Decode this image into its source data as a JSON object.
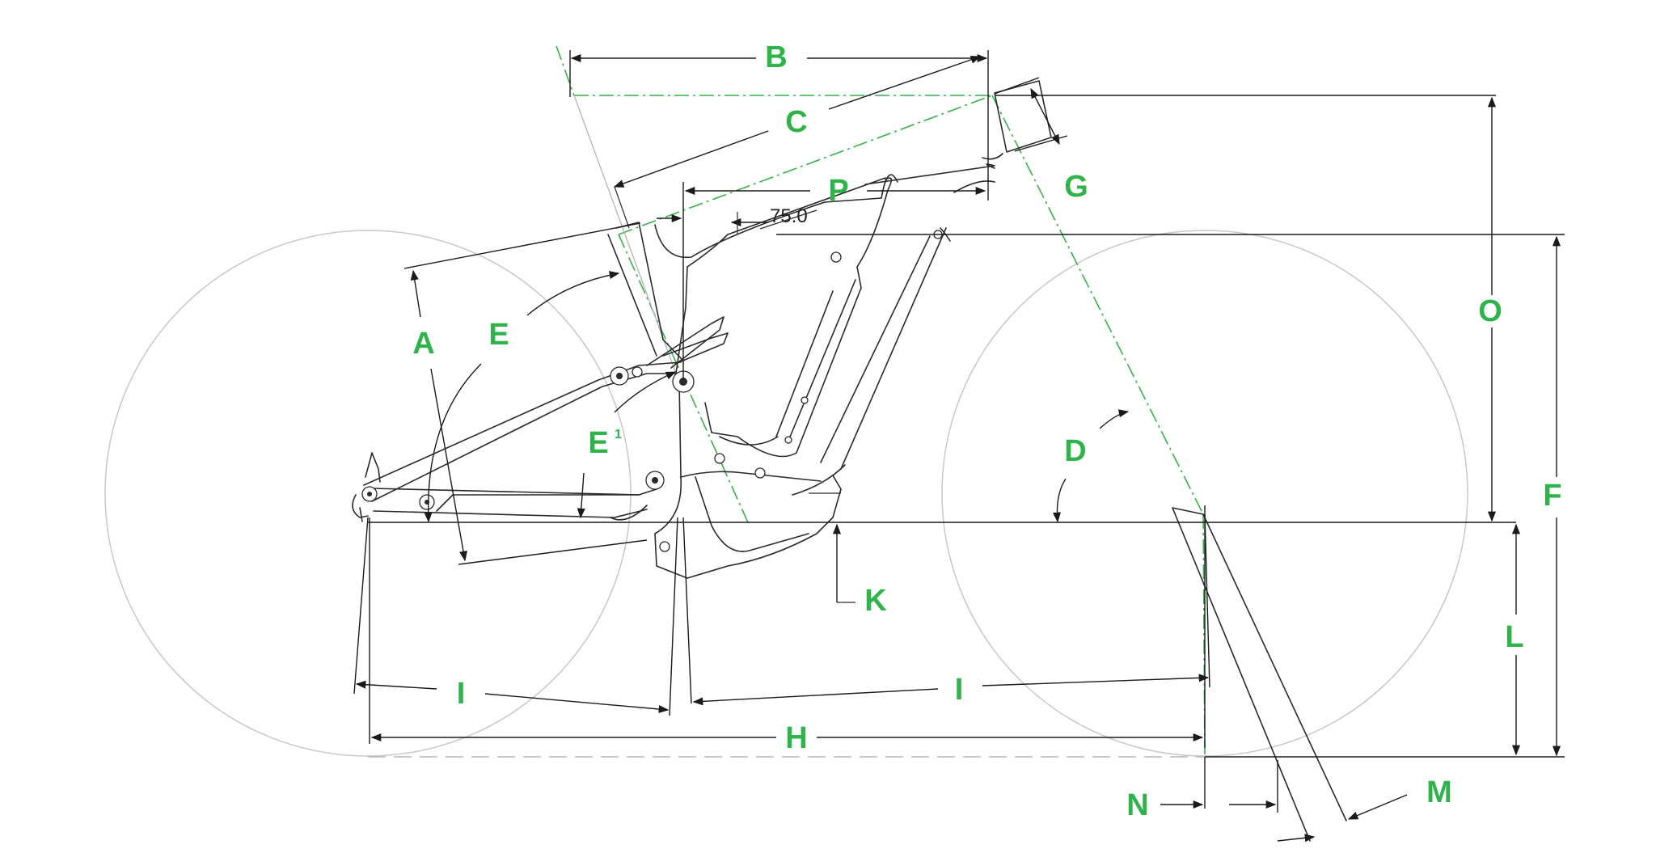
{
  "diagram": {
    "labels": {
      "A": "A",
      "B": "B",
      "C": "C",
      "D": "D",
      "E": "E",
      "E1_main": "E",
      "E1_sup": "1",
      "F": "F",
      "G": "G",
      "H": "H",
      "I_left": "I",
      "I_right": "I",
      "K": "K",
      "L": "L",
      "M": "M",
      "N": "N",
      "O": "O",
      "P": "P"
    },
    "seat_angle": "75.0",
    "colors": {
      "accent": "#2fb34a",
      "line": "#2a2a2a",
      "wheel": "#c8c8c8"
    }
  }
}
